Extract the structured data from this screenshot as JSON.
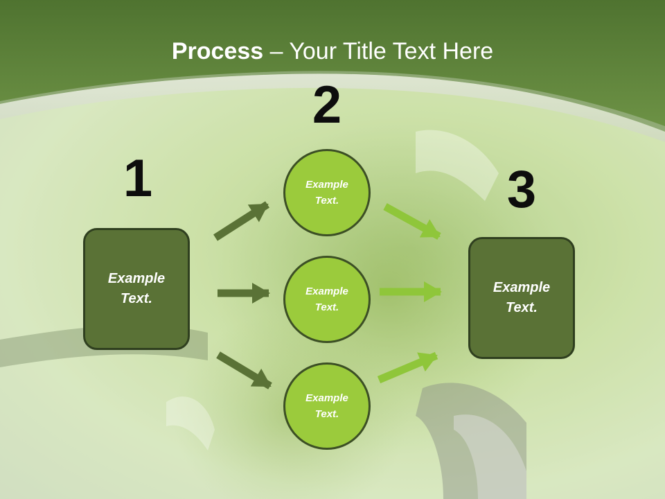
{
  "title": {
    "bold": "Process",
    "rest": " – Your Title Text Here"
  },
  "steps": [
    {
      "number": "1",
      "label": "Example Text."
    },
    {
      "number": "2",
      "items": [
        "Example Text.",
        "Example Text.",
        "Example Text."
      ]
    },
    {
      "number": "3",
      "label": "Example Text."
    }
  ],
  "colors": {
    "header": "#5b8034",
    "box_fill": "#5a7236",
    "circle_fill": "#9bcb3c",
    "arrow_dark": "#5a7236",
    "arrow_light": "#8fc63a",
    "number_text": "#0d0d0d"
  }
}
